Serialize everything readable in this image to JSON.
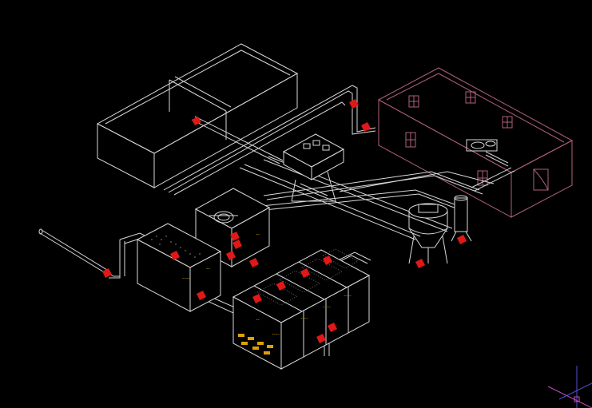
{
  "background": "#000000",
  "colors": {
    "linework": "#d8d8d8",
    "building": "#b0607a",
    "valve": "#e01818",
    "media": "#e0a000",
    "ucs_x": "#c050c0",
    "ucs_y": "#5050d0"
  },
  "components": [
    {
      "name": "open-basin",
      "kind": "basin"
    },
    {
      "name": "building",
      "kind": "building"
    },
    {
      "name": "control-panel",
      "kind": "panel"
    },
    {
      "name": "filter-tank-group",
      "kind": "filter-tanks"
    },
    {
      "name": "pump-station",
      "kind": "pump"
    },
    {
      "name": "clarifier-tank",
      "kind": "tank"
    },
    {
      "name": "silo",
      "kind": "silo"
    },
    {
      "name": "vessel",
      "kind": "vessel"
    },
    {
      "name": "inlet-pipe",
      "kind": "pipe"
    }
  ],
  "ucs_icon": "ucs-axis-icon"
}
